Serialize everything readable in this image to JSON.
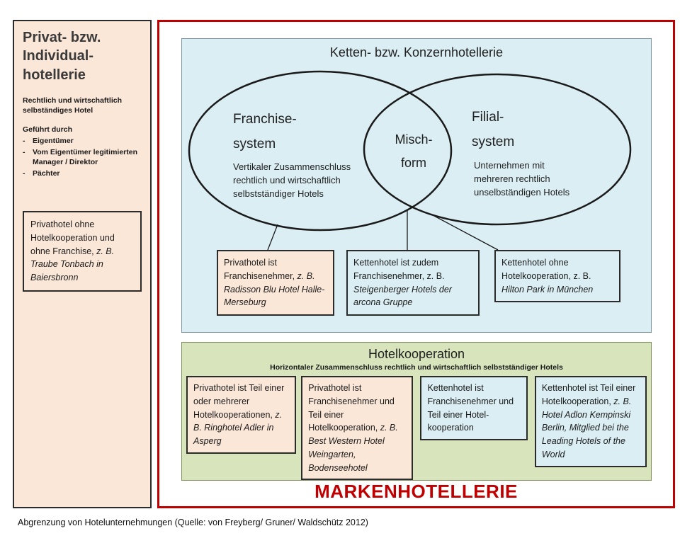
{
  "palette": {
    "peach": "#fbe7d8",
    "blue": "#daeef3",
    "green": "#d7e4bc",
    "red_accent": "#c00000",
    "box_border": "#2b2b2b"
  },
  "left_panel": {
    "title": "Privat- bzw.\nIndividual-\nhotellerie",
    "subtitle": "Rechtlich und wirtschaftlich\nselbständiges Hotel",
    "lead": "Geführt durch",
    "bullet": "-",
    "items": [
      "Eigentümer",
      "Vom Eigentümer legitimierten Manager / Direktor",
      "Pächter"
    ],
    "box": {
      "normal": "Privathotel ohne Hotelkooperation und ohne Franchise, ",
      "italic": "z. B. Traube Tonbach in Baiersbronn"
    }
  },
  "chain_panel": {
    "title": "Ketten- bzw. Konzernhotellerie",
    "venn": {
      "left_title": "Franchise-\nsystem",
      "left_desc": "Vertikaler Zusammenschluss\nrechtlich und wirtschaftlich\nselbstständiger Hotels",
      "center_title": "Misch-\nform",
      "right_title": "Filial-\nsystem",
      "right_desc": "Unternehmen mit\nmehreren rechtlich\nunselbständigen Hotels"
    },
    "boxes": [
      {
        "normal": "Privathotel ist Franchisenehmer, ",
        "italic": "z. B. Radisson Blu Hotel Halle-Merseburg"
      },
      {
        "normal": "Kettenhotel ist zudem Franchisenehmer, z. B. ",
        "italic": "Steigenberger Hotels der arcona Gruppe"
      },
      {
        "normal": "Kettenhotel ohne Hotelkooperation, z. B. ",
        "italic": "Hilton Park in München"
      }
    ]
  },
  "cooperation_panel": {
    "title": "Hotelkooperation",
    "subtitle": "Horizontaler  Zusammenschluss rechtlich und wirtschaftlich selbstständiger Hotels",
    "boxes": [
      {
        "normal": "Privathotel ist Teil einer oder mehrerer Hotelkooperationen, ",
        "italic": "z. B. Ringhotel Adler in Asperg"
      },
      {
        "normal": "Privathotel ist Franchisenehmer und Teil einer Hotelkooperation, ",
        "italic": "z. B. Best Western Hotel Weingarten, Bodenseehotel"
      },
      {
        "normal": "Kettenhotel  ist Franchisenehmer und Teil einer Hotel-kooperation",
        "italic": ""
      },
      {
        "normal": "Kettenhotel  ist Teil einer Hotelkooperation, ",
        "italic": "z. B. Hotel Adlon Kempinski Berlin, Mitglied bei the Leading Hotels of the World"
      }
    ]
  },
  "brand_title": "MARKENHOTELLERIE",
  "caption": "Abgrenzung von Hotelunternehmungen  (Quelle: von Freyberg/ Gruner/ Waldschütz 2012)"
}
